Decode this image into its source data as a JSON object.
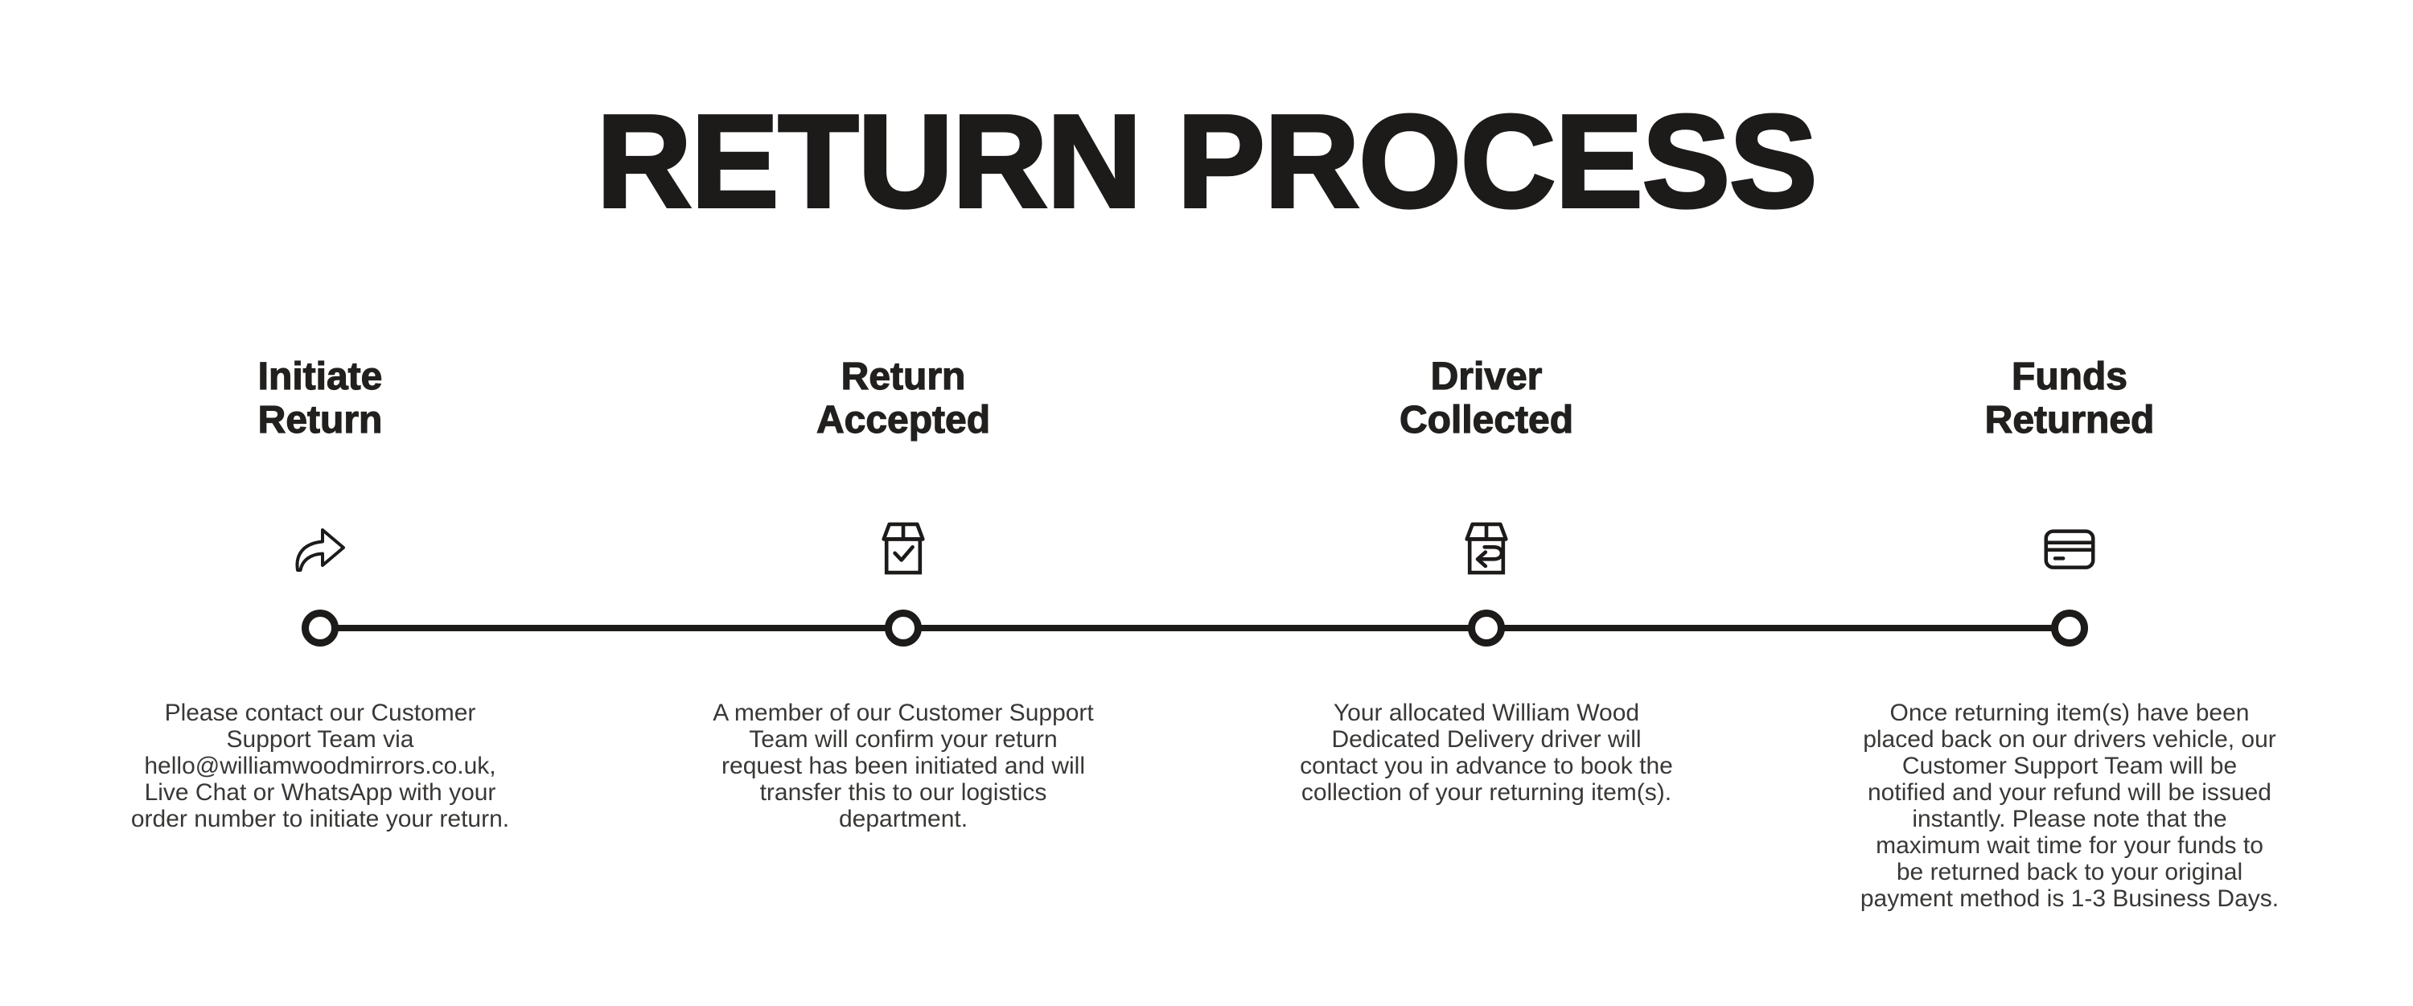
{
  "page": {
    "title": "RETURN PROCESS",
    "background_color": "#ffffff",
    "ink_color": "#1d1b1a"
  },
  "timeline": {
    "node_count": 4,
    "line_color": "#1d1b1a",
    "node_style": "open-circle"
  },
  "steps": [
    {
      "title": "Initiate\nReturn",
      "icon": "share-arrow-icon",
      "description": "Please contact our Customer\nSupport Team via\nhello@williamwoodmirrors.co.uk,\nLive Chat or WhatsApp with your\norder number to initiate your return."
    },
    {
      "title": "Return\nAccepted",
      "icon": "box-check-icon",
      "description": "A member of our Customer Support\nTeam will confirm your return\nrequest has been initiated and will\ntransfer this to our logistics\ndepartment."
    },
    {
      "title": "Driver\nCollected",
      "icon": "box-return-icon",
      "description": "Your allocated William Wood\nDedicated Delivery driver will\ncontact you in advance to book the\ncollection of your returning item(s)."
    },
    {
      "title": "Funds\nReturned",
      "icon": "credit-card-icon",
      "description": "Once returning item(s) have been\nplaced back on our drivers vehicle, our\nCustomer Support Team will be\nnotified and your refund will be issued\ninstantly. Please note that the\nmaximum wait time for your funds to\nbe returned back to your original\npayment method is 1-3 Business Days."
    }
  ]
}
